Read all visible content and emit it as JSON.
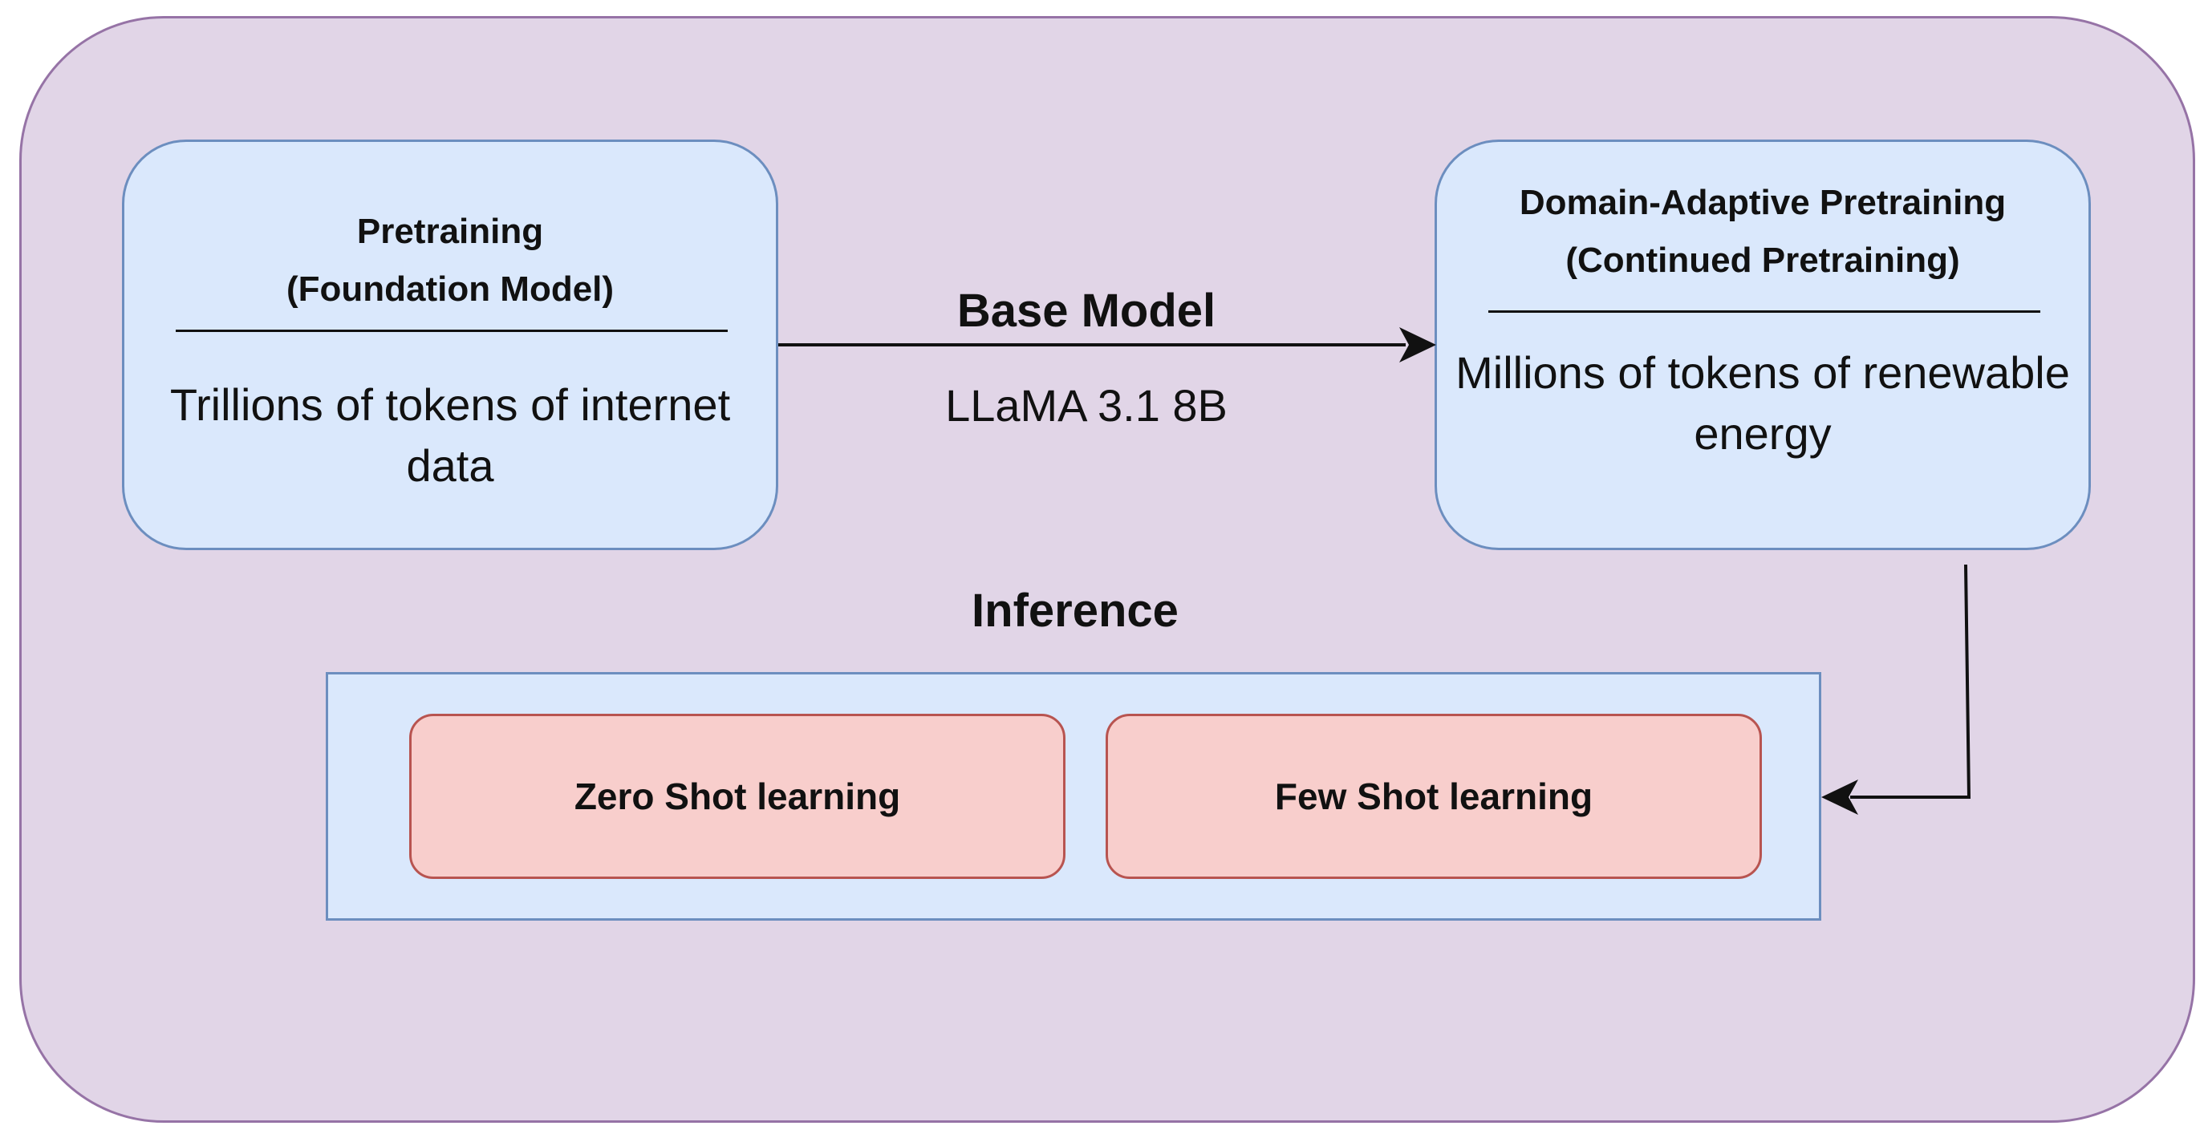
{
  "pretraining": {
    "title": "Pretraining\n(Foundation Model)",
    "body": "Trillions of tokens of internet data"
  },
  "dapt": {
    "title": "Domain-Adaptive Pretraining\n(Continued Pretraining)",
    "body": "Millions of tokens of renewable energy"
  },
  "base_model": {
    "label": "Base Model",
    "model_name": "LLaMA 3.1 8B"
  },
  "inference": {
    "label": "Inference",
    "methods": [
      "Zero Shot learning",
      "Few Shot learning"
    ]
  },
  "colors": {
    "frame_fill": "#e1d5e7",
    "frame_stroke": "#9673a6",
    "box_fill": "#dae8fc",
    "box_stroke": "#6c8ebf",
    "method_fill": "#f8cecc",
    "method_stroke": "#b85450"
  }
}
